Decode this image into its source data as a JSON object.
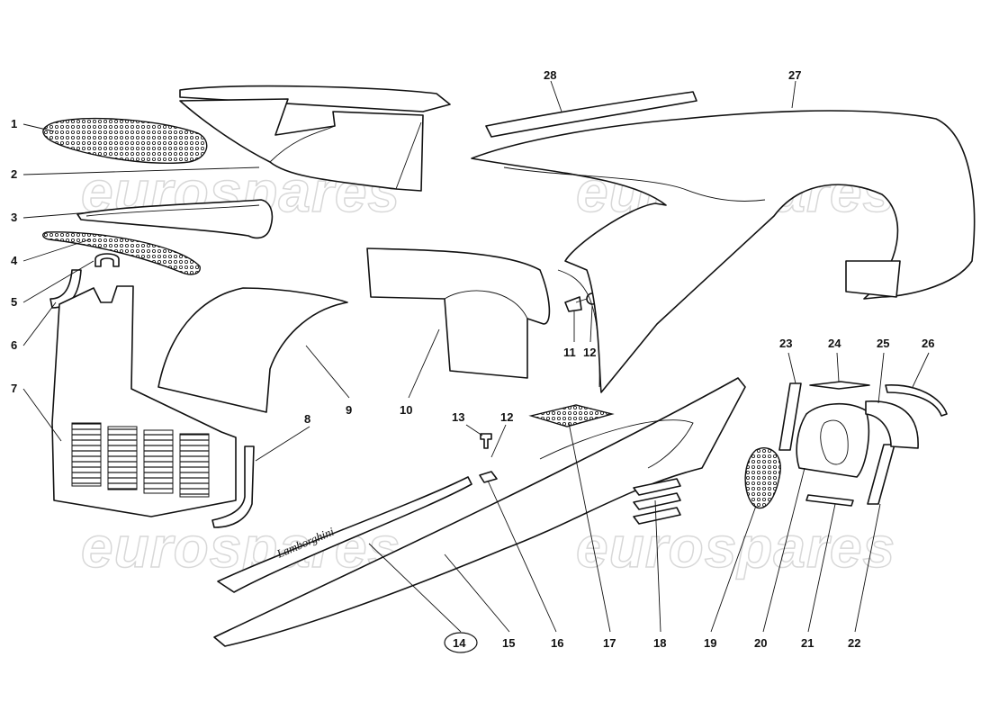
{
  "watermark": "eurospares",
  "badge_text": "Lamborghini",
  "part_numbers": [
    "1",
    "2",
    "3",
    "4",
    "5",
    "6",
    "7",
    "8",
    "9",
    "10",
    "11",
    "12",
    "12",
    "13",
    "14",
    "15",
    "16",
    "17",
    "18",
    "19",
    "20",
    "21",
    "22",
    "23",
    "24",
    "25",
    "26",
    "27",
    "28"
  ],
  "highlighted_part": "14"
}
